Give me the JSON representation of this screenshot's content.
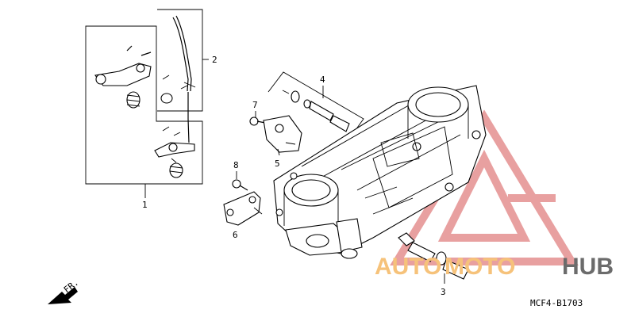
{
  "diagram": {
    "callouts": [
      "1",
      "2",
      "3",
      "4",
      "5",
      "6",
      "7",
      "8"
    ],
    "direction_label": "FR.",
    "code": "MCF4-B1703"
  },
  "watermark": {
    "text_auto": "AUTO",
    "text_moto": "MOTO",
    "text_hub": "HUB",
    "color_red": "#e8a0a0",
    "color_orange": "#f6c27a",
    "color_gray": "#6b6b6b"
  }
}
